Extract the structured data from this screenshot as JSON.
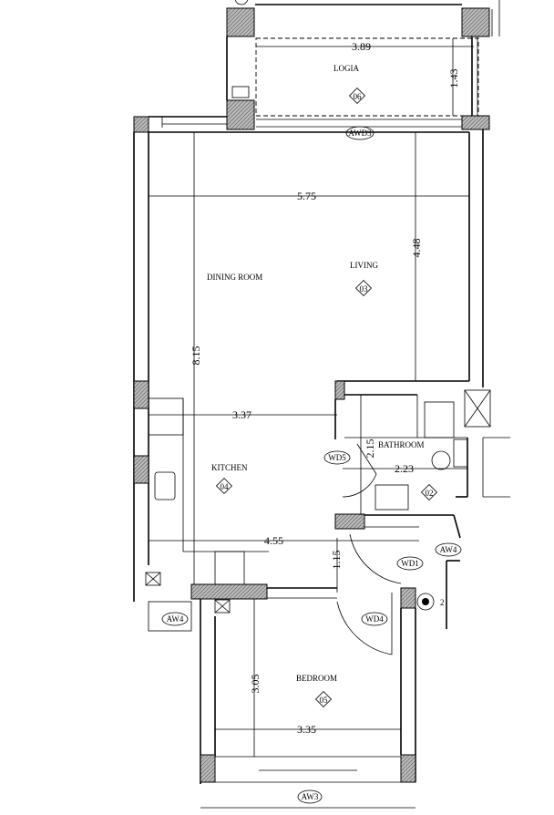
{
  "rooms": {
    "logia": {
      "name": "LOGIA",
      "number": "06"
    },
    "living": {
      "name": "LIVING",
      "number": "03"
    },
    "dining": {
      "name": "DINING ROOM"
    },
    "kitchen": {
      "name": "KITCHEN",
      "number": "04"
    },
    "bathroom": {
      "name": "BATHROOM",
      "number": "02"
    },
    "bedroom": {
      "name": "BEDROOM",
      "number": "05"
    }
  },
  "dimensions": {
    "logia_width": "3.89",
    "logia_depth": "1.43",
    "living_width": "5.75",
    "living_depth": "4.48",
    "overall_depth": "8.15",
    "kitchen_width": "3.37",
    "kitchen_lower_width": "4.55",
    "bath_depth": "2.15",
    "bath_width": "2.23",
    "hall_depth": "1.15",
    "bedroom_depth": "3.05",
    "bedroom_width": "3.35"
  },
  "tags": {
    "awd3_top": "AWD3",
    "wd5": "WD5",
    "wd1": "WD1",
    "aw4_right": "AW4",
    "aw4_left": "AW4",
    "wd4": "WD4",
    "aw3": "AW3",
    "marker": "2"
  }
}
